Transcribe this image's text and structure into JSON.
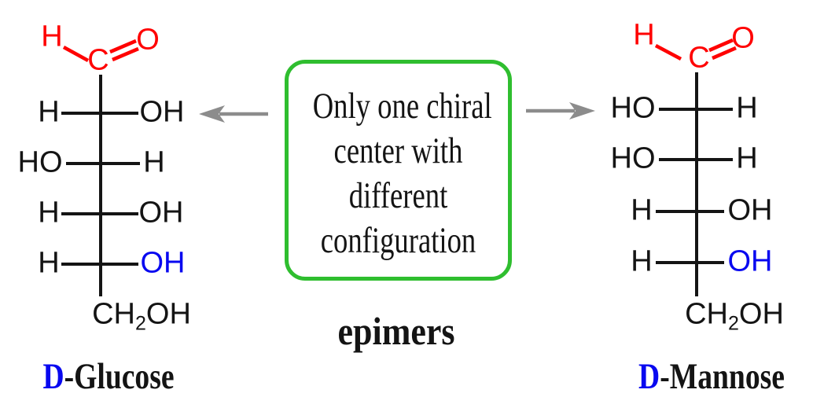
{
  "colors": {
    "red": "#ff0000",
    "blue": "#0808f0",
    "green": "#2fbe2f",
    "gray": "#8c8c8c",
    "ink": "#141414"
  },
  "glucose": {
    "aldehyde": {
      "h": "H",
      "c": "C",
      "o": "O"
    },
    "rows": [
      {
        "left": "H",
        "right": "OH"
      },
      {
        "left": "HO",
        "right": "H"
      },
      {
        "left": "H",
        "right": "OH"
      },
      {
        "left": "H",
        "right": "OH"
      }
    ],
    "bottom": {
      "pre": "CH",
      "sub": "2",
      "post": "OH"
    },
    "name": {
      "d": "D",
      "rest": "-Glucose"
    }
  },
  "mannose": {
    "aldehyde": {
      "h": "H",
      "c": "C",
      "o": "O"
    },
    "rows": [
      {
        "left": "HO",
        "right": "H"
      },
      {
        "left": "HO",
        "right": "H"
      },
      {
        "left": "H",
        "right": "OH"
      },
      {
        "left": "H",
        "right": "OH"
      }
    ],
    "bottom": {
      "pre": "CH",
      "sub": "2",
      "post": "OH"
    },
    "name": {
      "d": "D",
      "rest": "-Mannose"
    }
  },
  "center_box": {
    "lines": [
      "Only one chiral",
      "center with",
      "different",
      "configuration"
    ]
  },
  "caption": "epimers",
  "icons": {
    "left_arrow": "left-arrow-icon",
    "right_arrow": "right-arrow-icon"
  }
}
